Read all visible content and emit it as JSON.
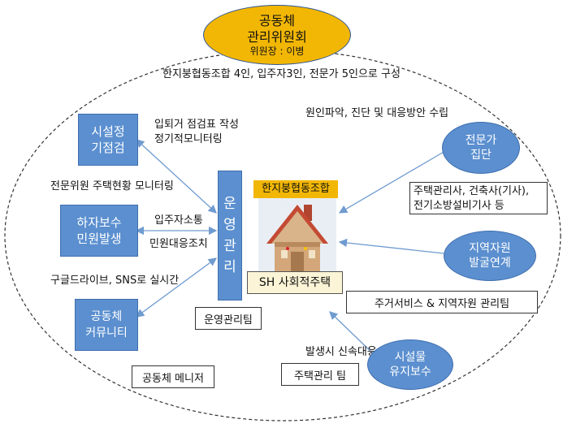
{
  "committee": {
    "title_line1": "공동체",
    "title_line2": "관리위원회",
    "chair": "위원장 : 이병",
    "composition": "한지붕협동조합 4인, 입주자3인, 전문가 5인으로 구성"
  },
  "left": {
    "inspection_box": [
      "시설정",
      "기점검"
    ],
    "inspection_note1": "입퇴거 점검표 작성",
    "inspection_note2": "정기적모니터링",
    "expert_monitoring": "전문위원 주택현황 모니터링",
    "repair_box": [
      "하자보수",
      "민원발생"
    ],
    "resident_comm": "입주자소통",
    "complaint_handling": "민원대응조치",
    "realtime_sharing": "구글드라이브, SNS로 실시간",
    "community_box": [
      "공동체",
      "커뮤니티"
    ],
    "community_manager": "공동체 메니저"
  },
  "center": {
    "operation_box": [
      "운",
      "영",
      "관",
      "리"
    ],
    "operation_team": "운영관리팀",
    "coop_label": "한지붕협동조합",
    "house_label": "SH 사회적주택"
  },
  "right": {
    "diagnosis_note": "원인파악, 진단 및 대응방안 수립",
    "expert_ellipse": [
      "전문가",
      "집단"
    ],
    "expert_list_line1": "주택관리사, 건축사(기사),",
    "expert_list_line2": "전기소방설비기사 등",
    "resource_ellipse": [
      "지역자원",
      "발굴연계"
    ],
    "resource_team": "주거서비스 & 지역자원 관리팀",
    "rapid_response": "발생시 신속대응",
    "facility_ellipse": [
      "시설물",
      "유지보수"
    ],
    "housing_team": "주택관리 팀"
  },
  "colors": {
    "committee_fill": "#f2b705",
    "box_blue": "#5b8fcf",
    "arrow": "#6f9bd0",
    "coop_fill": "#f2b705"
  }
}
